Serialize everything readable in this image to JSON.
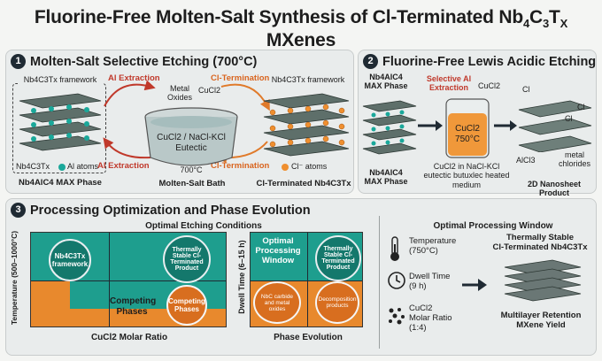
{
  "title_main": "Fluorine-Free Molten-Salt Synthesis of Cl-Terminated Nb",
  "title_sub4": "4",
  "title_c": "C",
  "title_sub3": "3",
  "title_t": "T",
  "title_subx": "X",
  "title_end": " MXenes",
  "sec1": {
    "num": "1",
    "title": "Molten-Salt Selective Etching (700°C)",
    "framework_label": "Nb4C3Tx framework",
    "max_phase_label": "Nb4AlC4 MAX Phase",
    "legend_nb": "Nb4C3Tx",
    "legend_al": "Al atoms",
    "al_extraction_top": "Al Extraction",
    "al_extraction_bottom": "Al Extraction",
    "cl_termination_top": "Cl-Termination",
    "cl_termination_bottom": "Cl-Termination",
    "metal_oxides": "Metal Oxides",
    "cucl2": "CuCl2",
    "bath_text1": "CuCl2 / NaCl-KCl",
    "bath_text2": "Eutectic",
    "temp": "700°C",
    "bath_label": "Molten-Salt Bath",
    "right_framework": "Nb4C3Tx framework",
    "cl_atoms": "Cl⁻ atoms",
    "product_label": "Cl-Terminated Nb4C3Tx"
  },
  "sec2": {
    "num": "2",
    "title": "Fluorine-Free Lewis Acidic Etching",
    "max_top": "Nb4AlC4 MAX Phase",
    "selective": "Selective Al Extraction",
    "cucl2": "CuCl2",
    "beaker_text": "CuCl2",
    "beaker_temp": "750°C",
    "max_bottom": "Nb4AlC4 MAX Phase",
    "medium": "CuCl2 in NaCl-KCl eutectic butuxlec heated medium",
    "cl1": "Cl",
    "cl2": "Cl",
    "cl3": "Cl",
    "alcl3": "AlCl3",
    "metal_chlorides": "metal chlorides",
    "product": "2D Nanosheet Product"
  },
  "sec3": {
    "num": "3",
    "title": "Processing Optimization and Phase Evolution",
    "cond_title": "Optimal Etching Conditions",
    "y1": "Temperature (500–1000°C)",
    "x1": "CuCl2 Molar Ratio",
    "c_nb": "Nb4C3Tx framework",
    "c_stable": "Thermally Stable Cl-Terminated Product",
    "c_comp_phases": "Competing Phases",
    "c_competing": "Competing Phases",
    "y2": "Dwell Time (6–15 h)",
    "x2": "Phase Evolution",
    "opt_win": "Optimal Processing Window",
    "c_stable2": "Thermally Stable Cl-Terminated Product",
    "c_nbc": "NbC carbide and metal oxides",
    "c_decomp": "Decomposition products",
    "win_title": "Optimal Processing Window",
    "temp_label": "Temperature",
    "temp_val": "(750°C)",
    "dwell_label": "Dwell Time",
    "dwell_val": "(9 h)",
    "ratio_label1": "CuCl2",
    "ratio_label2": "Molar Ratio",
    "ratio_val": "(1:4)",
    "result_title1": "Thermally Stable",
    "result_title2": "Cl-Terminated Nb4C3Tx",
    "yield1": "Multilayer Retention",
    "yield2": "MXene Yield"
  },
  "colors": {
    "teal": "#1e9e8e",
    "orange": "#e8892d",
    "red": "#c0392b",
    "dark": "#1f2a33"
  }
}
